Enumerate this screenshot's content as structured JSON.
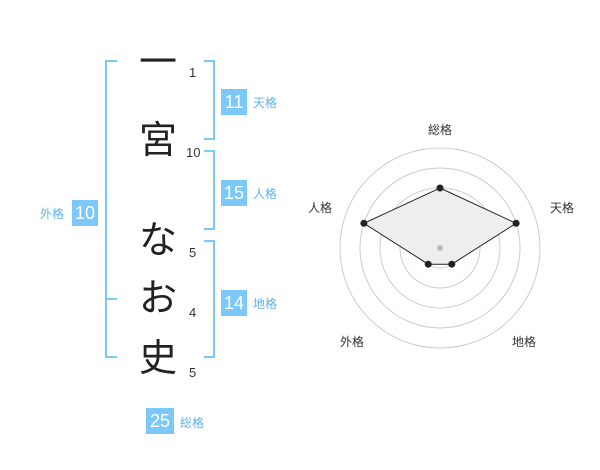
{
  "name": {
    "chars": [
      {
        "char": "一",
        "strokes": "1"
      },
      {
        "char": "宮",
        "strokes": "10"
      },
      {
        "char": "な",
        "strokes": "5"
      },
      {
        "char": "お",
        "strokes": "4"
      },
      {
        "char": "史",
        "strokes": "5"
      }
    ]
  },
  "kakusu": {
    "tenkaku": {
      "value": "11",
      "label": "天格"
    },
    "jinkaku": {
      "value": "15",
      "label": "人格"
    },
    "chikaku": {
      "value": "14",
      "label": "地格"
    },
    "gaikaku": {
      "value": "10",
      "label": "外格"
    },
    "soukaku": {
      "value": "25",
      "label": "総格"
    }
  },
  "chart_data": {
    "type": "radar",
    "axes": [
      "総格",
      "天格",
      "地格",
      "外格",
      "人格"
    ],
    "values": [
      3,
      4,
      1,
      1,
      4
    ],
    "rmax": 5,
    "colors": {
      "accent": "#7cc8f8",
      "fill": "#eeeeee",
      "ring": "#cccccc",
      "line": "#222222"
    }
  }
}
